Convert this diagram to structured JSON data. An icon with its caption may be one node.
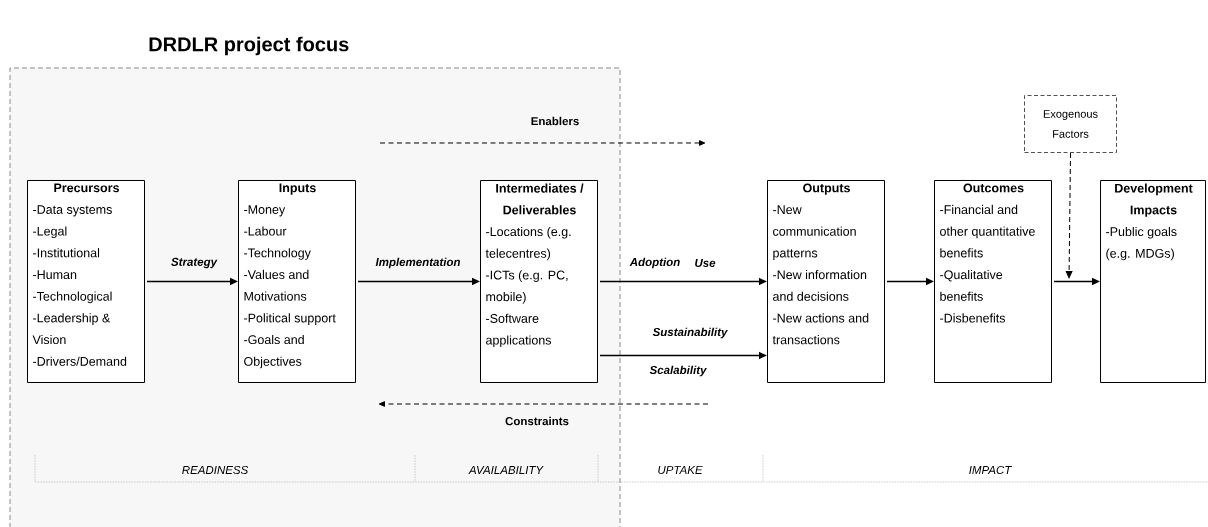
{
  "diagram": {
    "title": "DRDLR project focus",
    "nodes": [
      {
        "text": [
          "Precursors",
          "-Data systems",
          "-Legal",
          "-Institutional",
          "-Human",
          "-Technological",
          "-Leadership & Vision",
          "-Drivers/Demand"
        ]
      },
      {
        "text": [
          "Inputs",
          "-Money",
          "-Labour",
          "-Technology",
          "-Values and Motivations",
          "-Political support",
          "-Goals and Objectives"
        ]
      },
      {
        "text": [
          "Intermediates / Deliverables",
          "-Locations (e.g. telecentres)",
          "-ICTs (e.g. PC, mobile)",
          "-Software applications"
        ]
      },
      {
        "text": [
          "Exogenous Factors"
        ]
      },
      {
        "text": [
          "Outputs",
          "-New communication patterns",
          "-New information and decisions",
          "-New actions and transactions"
        ]
      },
      {
        "text": [
          "Outcomes",
          "-Financial and other quantitative benefits",
          "-Qualitative benefits",
          "-Disbenefits"
        ]
      },
      {
        "text": [
          "Development Impacts",
          "-Public goals (e.g. MDGs)"
        ]
      }
    ],
    "edges": [
      {
        "from": 0,
        "to": 1,
        "arrow": "to",
        "label": "Strategy"
      },
      {
        "from": 1,
        "to": 2,
        "arrow": "to",
        "label": "Implementation"
      },
      {
        "from": 2,
        "to": 4,
        "arrow": "to",
        "label": "Adoption"
      },
      {
        "from": 2,
        "to": 4,
        "arrow": "to",
        "label": "Sustainability"
      },
      {
        "from": 4,
        "to": 5,
        "arrow": "to"
      },
      {
        "from": 5,
        "to": 6,
        "arrow": "to"
      },
      {
        "from": 3,
        "to": null,
        "arrow": "to",
        "style": "dashed"
      }
    ],
    "labels": [
      "Enablers",
      "Use",
      "Scalability",
      "Constraints",
      "READINESS",
      "AVAILABILITY",
      "UPTAKE",
      "IMPACT"
    ]
  }
}
